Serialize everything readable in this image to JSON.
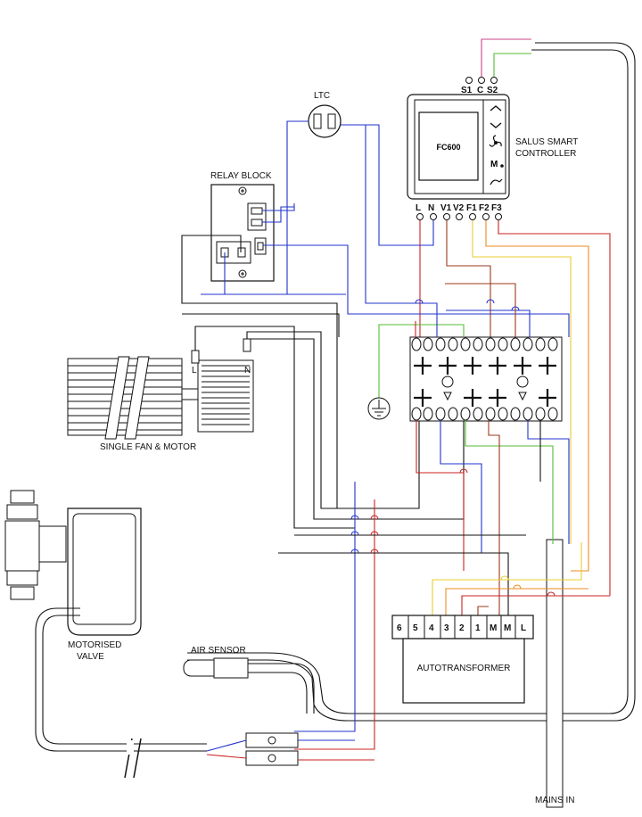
{
  "labels": {
    "ltc": "LTC",
    "relay_block": "RELAY BLOCK",
    "controller_line1": "SALUS SMART",
    "controller_line2": "CONTROLLER",
    "controller_model": "FC600",
    "fan_motor": "SINGLE FAN & MOTOR",
    "valve_line1": "MOTORISED",
    "valve_line2": "VALVE",
    "air_sensor": "AIR SENSOR",
    "autotransformer": "AUTOTRANSFORMER",
    "mains_in": "MAINS IN",
    "motor_l": "L",
    "motor_n": "N"
  },
  "controller_top_terminals": [
    "S1",
    "C",
    "S2"
  ],
  "controller_bottom_terminals": [
    "L",
    "N",
    "V1",
    "V2",
    "F1",
    "F2",
    "F3"
  ],
  "autotransformer_terminals": [
    "6",
    "5",
    "4",
    "3",
    "2",
    "1",
    "M",
    "M",
    "L"
  ],
  "wire_colors": {
    "black": "#111111",
    "blue": "#2233cc",
    "red": "#cc2222",
    "brown": "#9a3a1a",
    "orange": "#ee8a22",
    "yellow": "#e8cc30",
    "green": "#55bb33",
    "pink": "#cc4488"
  }
}
